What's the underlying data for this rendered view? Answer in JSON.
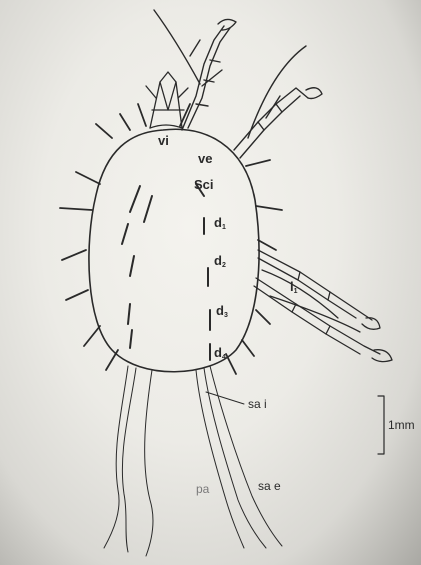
{
  "labels": {
    "vi": "vi",
    "ve": "ve",
    "sci": "Sci",
    "d1": "d",
    "d1_sub": "1",
    "d2": "d",
    "d2_sub": "2",
    "d3": "d",
    "d3_sub": "3",
    "d4": "d",
    "d4_sub": "4",
    "l1": "l",
    "l1_sub": "1",
    "sai": "sa i",
    "pa": "pa",
    "sae": "sa e",
    "scale": "1mm"
  },
  "colors": {
    "ink": "#2a2a2a",
    "paper": "#ecebe6"
  }
}
